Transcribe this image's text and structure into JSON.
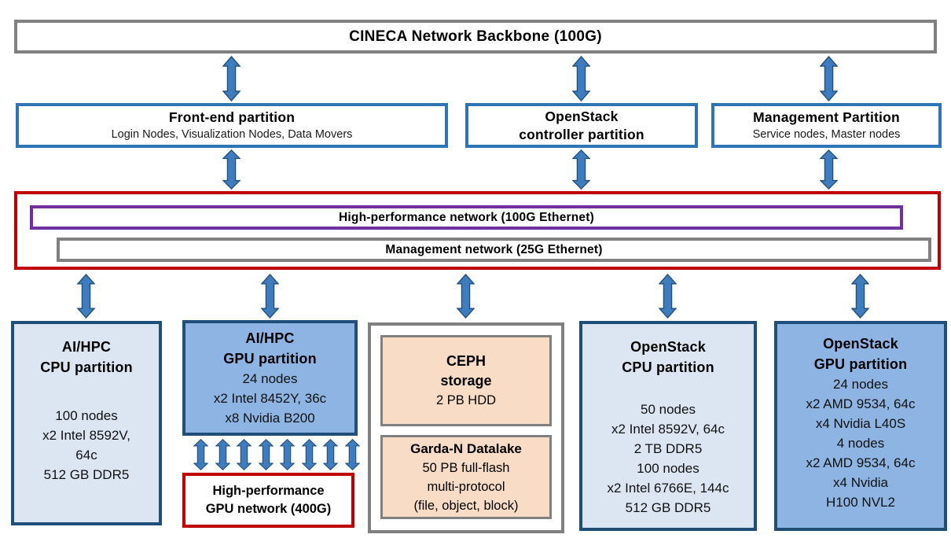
{
  "colors": {
    "gray_border": "#808080",
    "blue_border": "#2E75B6",
    "navy_border": "#1F4E79",
    "red_border": "#C00000",
    "purple_border": "#7030A0",
    "light_blue_fill": "#DCE6F2",
    "medium_blue_fill": "#8DB4E2",
    "peach_fill": "#F8DCC6",
    "arrow_fill": "#3E7CBE"
  },
  "backbone": {
    "title": "CINECA Network Backbone (100G)"
  },
  "frontend": {
    "title": "Front-end partition",
    "subtitle": "Login Nodes, Visualization Nodes, Data Movers"
  },
  "controller": {
    "title_line1": "OpenStack",
    "title_line2": "controller partition"
  },
  "management": {
    "title": "Management Partition",
    "subtitle": "Service nodes, Master nodes"
  },
  "networks": {
    "high_performance": "High-performance network (100G Ethernet)",
    "management": "Management network (25G Ethernet)"
  },
  "ai_hpc_cpu": {
    "title_line1": "AI/HPC",
    "title_line2": "CPU partition",
    "lines": [
      "100 nodes",
      "x2 Intel 8592V,",
      "64c",
      "512 GB DDR5"
    ]
  },
  "ai_hpc_gpu": {
    "title_line1": "AI/HPC",
    "title_line2": "GPU partition",
    "lines": [
      "24 nodes",
      "x2 Intel 8452Y, 36c",
      "x8 Nvidia B200"
    ]
  },
  "gpu_network": {
    "line1": "High-performance",
    "line2": "GPU network (400G)"
  },
  "storage": {
    "ceph": {
      "title_line1": "CEPH",
      "title_line2": "storage",
      "capacity": "2 PB HDD"
    },
    "datalake": {
      "title": "Garda-N Datalake",
      "lines": [
        "50 PB full-flash",
        "multi-protocol",
        "(file, object, block)"
      ]
    }
  },
  "openstack_cpu": {
    "title_line1": "OpenStack",
    "title_line2": "CPU partition",
    "lines": [
      "50 nodes",
      "x2 Intel 8592V, 64c",
      "2 TB DDR5",
      "100 nodes",
      "x2 Intel 6766E, 144c",
      "512 GB DDR5"
    ]
  },
  "openstack_gpu": {
    "title_line1": "OpenStack",
    "title_line2": "GPU partition",
    "lines": [
      "24 nodes",
      "x2 AMD 9534, 64c",
      "x4 Nvidia L40S",
      "4 nodes",
      "x2 AMD 9534, 64c",
      "x4 Nvidia",
      "H100 NVL2"
    ]
  }
}
